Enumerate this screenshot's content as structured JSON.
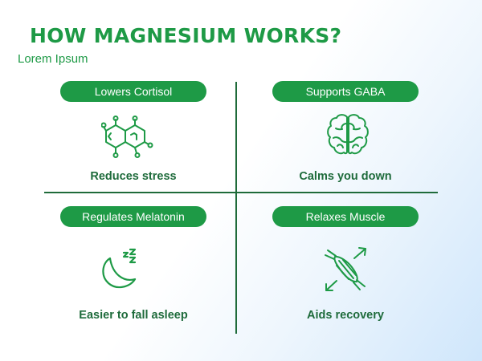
{
  "title": "HOW MAGNESIUM WORKS?",
  "subtitle": "Lorem Ipsum",
  "colors": {
    "accent": "#1e9a46",
    "divider": "#1f6b3a",
    "caption": "#1e6b3b"
  },
  "quadrants": [
    {
      "pill": "Lowers Cortisol",
      "icon": "molecule-icon",
      "caption": "Reduces stress"
    },
    {
      "pill": "Supports GABA",
      "icon": "brain-icon",
      "caption": "Calms you down"
    },
    {
      "pill": "Regulates Melatonin",
      "icon": "moon-sleep-icon",
      "caption": "Easier to fall asleep"
    },
    {
      "pill": "Relaxes Muscle",
      "icon": "muscle-icon",
      "caption": "Aids recovery"
    }
  ]
}
